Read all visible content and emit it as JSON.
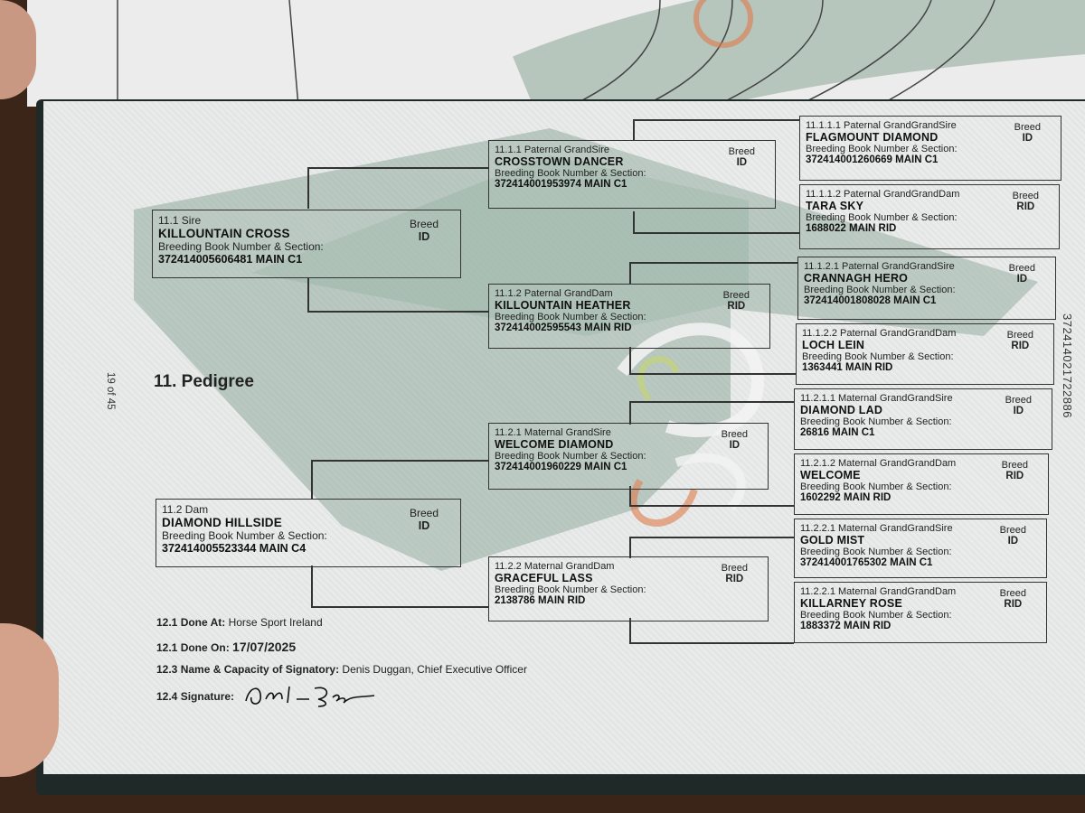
{
  "document": {
    "section_title": "11. Pedigree",
    "page_number": "19 of 45",
    "side_number": "372414021722886"
  },
  "pedigree": {
    "sire": {
      "label": "11.1 Sire",
      "name": "KILLOUNTAIN CROSS",
      "bb_label": "Breeding Book Number & Section:",
      "number": "372414005606481 MAIN C1",
      "breed_label": "Breed",
      "breed": "ID"
    },
    "dam": {
      "label": "11.2 Dam",
      "name": "DIAMOND HILLSIDE",
      "bb_label": "Breeding Book Number & Section:",
      "number": "372414005523344 MAIN C4",
      "breed_label": "Breed",
      "breed": "ID"
    },
    "p_gsire": {
      "label": "11.1.1 Paternal GrandSire",
      "name": "CROSSTOWN DANCER",
      "bb_label": "Breeding Book Number & Section:",
      "number": "372414001953974 MAIN C1",
      "breed_label": "Breed",
      "breed": "ID"
    },
    "p_gdam": {
      "label": "11.1.2 Paternal GrandDam",
      "name": "KILLOUNTAIN HEATHER",
      "bb_label": "Breeding Book Number & Section:",
      "number": "372414002595543 MAIN RID",
      "breed_label": "Breed",
      "breed": "RID"
    },
    "m_gsire": {
      "label": "11.2.1 Maternal GrandSire",
      "name": "WELCOME DIAMOND",
      "bb_label": "Breeding Book Number & Section:",
      "number": "372414001960229 MAIN C1",
      "breed_label": "Breed",
      "breed": "ID"
    },
    "m_gdam": {
      "label": "11.2.2 Maternal GrandDam",
      "name": "GRACEFUL LASS",
      "bb_label": "Breeding Book Number & Section:",
      "number": "2138786 MAIN RID",
      "breed_label": "Breed",
      "breed": "RID"
    },
    "ggs1": {
      "label": "11.1.1.1 Paternal GrandGrandSire",
      "name": "FLAGMOUNT DIAMOND",
      "bb_label": "Breeding Book Number & Section:",
      "number": "372414001260669 MAIN C1",
      "breed_label": "Breed",
      "breed": "ID"
    },
    "ggd1": {
      "label": "11.1.1.2 Paternal GrandGrandDam",
      "name": "TARA SKY",
      "bb_label": "Breeding Book Number & Section:",
      "number": "1688022 MAIN RID",
      "breed_label": "Breed",
      "breed": "RID"
    },
    "ggs2": {
      "label": "11.1.2.1 Paternal GrandGrandSire",
      "name": "CRANNAGH HERO",
      "bb_label": "Breeding Book Number & Section:",
      "number": "372414001808028 MAIN C1",
      "breed_label": "Breed",
      "breed": "ID"
    },
    "ggd2": {
      "label": "11.1.2.2 Paternal GrandGrandDam",
      "name": "LOCH LEIN",
      "bb_label": "Breeding Book Number & Section:",
      "number": "1363441 MAIN RID",
      "breed_label": "Breed",
      "breed": "RID"
    },
    "ggs3": {
      "label": "11.2.1.1 Maternal GrandGrandSire",
      "name": "DIAMOND LAD",
      "bb_label": "Breeding Book Number & Section:",
      "number": "26816 MAIN C1",
      "breed_label": "Breed",
      "breed": "ID"
    },
    "ggd3": {
      "label": "11.2.1.2 Maternal GrandGrandDam",
      "name": "WELCOME",
      "bb_label": "Breeding Book Number & Section:",
      "number": "1602292 MAIN RID",
      "breed_label": "Breed",
      "breed": "RID"
    },
    "ggs4": {
      "label": "11.2.2.1 Maternal GrandGrandSire",
      "name": "GOLD MIST",
      "bb_label": "Breeding Book Number & Section:",
      "number": "372414001765302 MAIN C1",
      "breed_label": "Breed",
      "breed": "ID"
    },
    "ggd4": {
      "label": "11.2.2.1 Maternal GrandGrandDam",
      "name": "KILLARNEY ROSE",
      "bb_label": "Breeding Book Number & Section:",
      "number": "1883372 MAIN RID",
      "breed_label": "Breed",
      "breed": "RID"
    }
  },
  "footer": {
    "done_at_label": "12.1 Done At:",
    "done_at_value": "Horse Sport Ireland",
    "done_on_label": "12.1 Done On:",
    "done_on_value": "17/07/2025",
    "signatory_label": "12.3 Name & Capacity of Signatory:",
    "signatory_value": "Denis Duggan, Chief Executive Officer",
    "signature_label": "12.4 Signature:"
  },
  "colors": {
    "page": "#e9eaea",
    "watermark_green": "#7fa08e",
    "watermark_orange": "#e07a4a",
    "ink": "#222222"
  }
}
